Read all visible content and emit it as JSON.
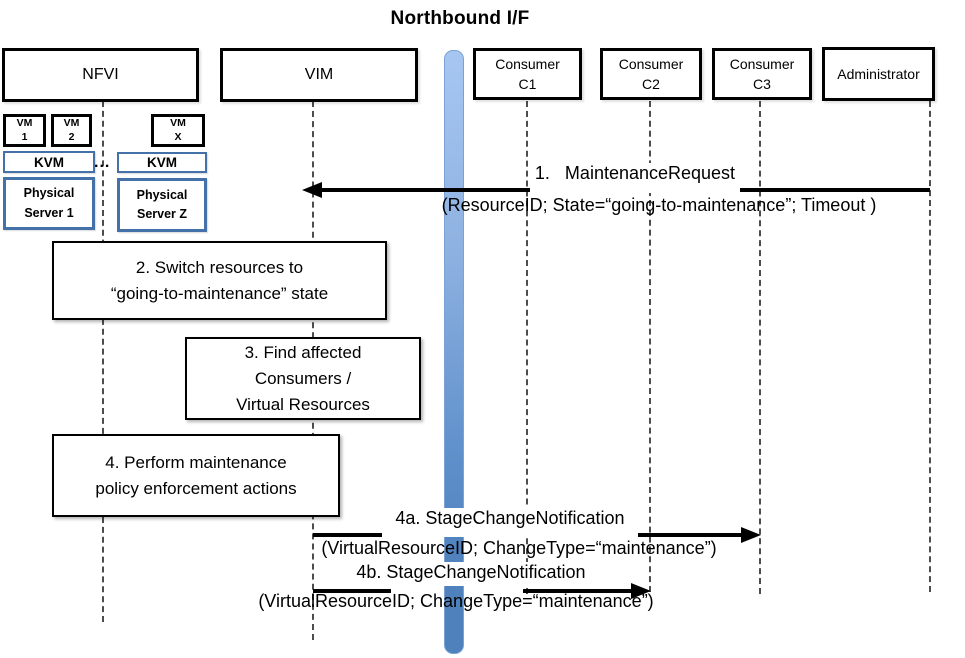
{
  "title": "Northbound I/F",
  "actors": {
    "nfvi": "NFVI",
    "vim": "VIM",
    "c1": [
      "Consumer",
      "C1"
    ],
    "c2": [
      "Consumer",
      "C2"
    ],
    "c3": [
      "Consumer",
      "C3"
    ],
    "admin": "Administrator"
  },
  "nfvi_internals": {
    "vm1": [
      "VM",
      "1"
    ],
    "vm2": [
      "VM",
      "2"
    ],
    "vmx": [
      "VM",
      "X"
    ],
    "kvm_left": "KVM",
    "kvm_right": "KVM",
    "dots": "...",
    "server_left": [
      "Physical",
      "Server 1"
    ],
    "server_right": [
      "Physical",
      "Server Z"
    ]
  },
  "messages": {
    "m1": {
      "label": "1.   MaintenanceRequest",
      "params": "(ResourceID; State=“going-to-maintenance”; Timeout )"
    },
    "m4a": {
      "label": "4a. StageChangeNotification",
      "params": "(VirtualResourceID; ChangeType=“maintenance”)"
    },
    "m4b": {
      "label": "4b. StageChangeNotification",
      "params": "(VirtualResourceID; ChangeType=“maintenance”)"
    }
  },
  "steps": {
    "s2": [
      "2. Switch resources to",
      "“going-to-maintenance” state"
    ],
    "s3": [
      "3. Find affected",
      "Consumers /",
      "Virtual Resources"
    ],
    "s4": [
      "4. Perform maintenance",
      "policy enforcement actions"
    ]
  },
  "colors": {
    "line_black": "#000000",
    "accent_blue_border": "#4472a8",
    "bar_top": "#a7c7f2",
    "bar_bottom": "#4f81bd",
    "lifeline_gray": "#4d4d4d"
  }
}
